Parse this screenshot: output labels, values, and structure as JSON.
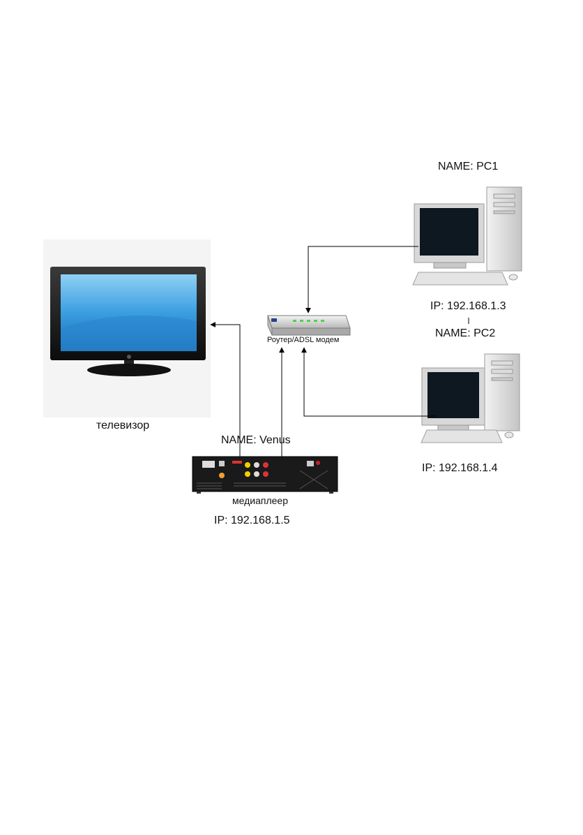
{
  "nodes": {
    "tv": {
      "label": "телевизор"
    },
    "router": {
      "label": "Роутер/ADSL модем"
    },
    "pc1": {
      "name": "NAME: PC1",
      "ip": "IP: 192.168.1.3"
    },
    "pc2": {
      "name": "NAME: PC2",
      "ip": "IP: 192.168.1.4"
    },
    "media_player": {
      "name": "NAME: Venus",
      "label": "медиаплеер",
      "ip": "IP: 192.168.1.5"
    }
  },
  "connections": [
    {
      "from": "pc1",
      "to": "router"
    },
    {
      "from": "pc2",
      "to": "router"
    },
    {
      "from": "media_player",
      "to": "router"
    },
    {
      "from": "media_player",
      "to": "tv"
    }
  ]
}
